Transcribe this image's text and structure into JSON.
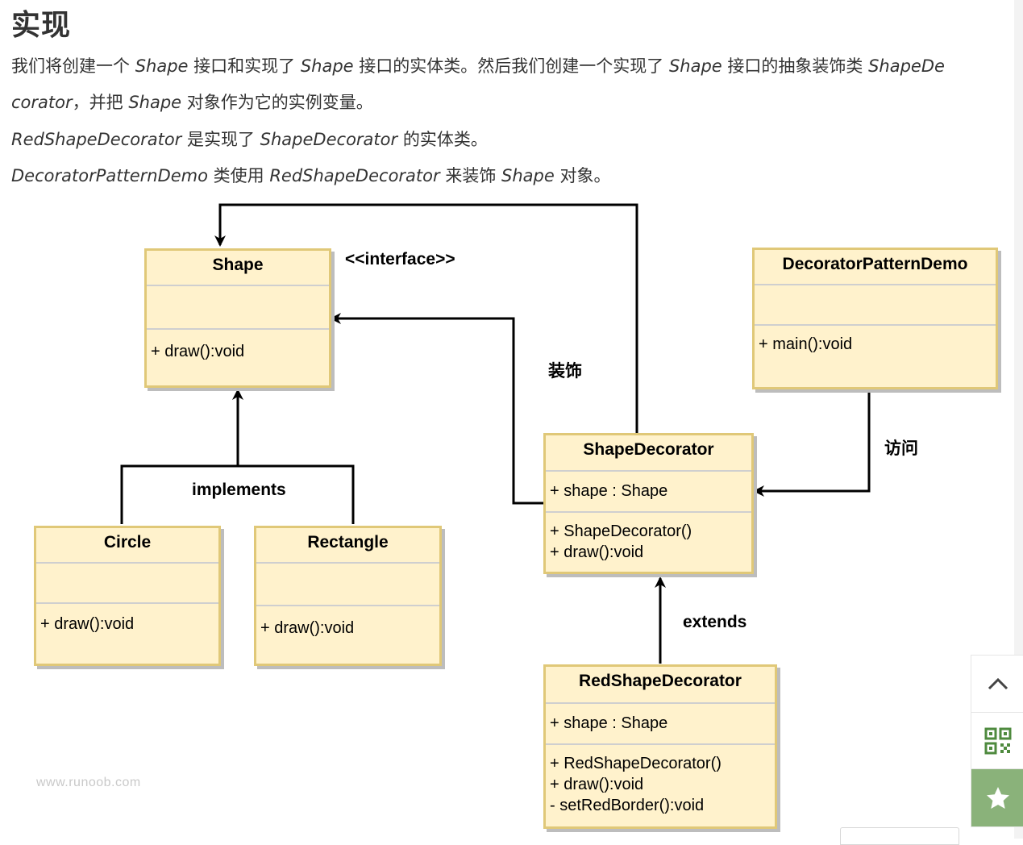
{
  "heading": "实现",
  "paragraphs": {
    "p1": [
      {
        "t": "我们将创建一个 "
      },
      {
        "t": "Shape",
        "i": true
      },
      {
        "t": " 接口和实现了 "
      },
      {
        "t": "Shape",
        "i": true
      },
      {
        "t": " 接口的实体类。然后我们创建一个实现了 "
      },
      {
        "t": "Shape",
        "i": true
      },
      {
        "t": " 接口的抽象装饰类 "
      },
      {
        "t": "ShapeDe",
        "i": true
      }
    ],
    "p1b": [
      {
        "t": "corator",
        "i": true
      },
      {
        "t": "，并把 "
      },
      {
        "t": "Shape",
        "i": true
      },
      {
        "t": " 对象作为它的实例变量。"
      }
    ],
    "p2": [
      {
        "t": "RedShapeDecorator",
        "i": true
      },
      {
        "t": " 是实现了 "
      },
      {
        "t": "ShapeDecorator",
        "i": true
      },
      {
        "t": " 的实体类。"
      }
    ],
    "p3": [
      {
        "t": "DecoratorPatternDemo",
        "i": true
      },
      {
        "t": " 类使用 "
      },
      {
        "t": "RedShapeDecorator",
        "i": true
      },
      {
        "t": " 来装饰 "
      },
      {
        "t": "Shape",
        "i": true
      },
      {
        "t": " 对象。"
      }
    ]
  },
  "diagram": {
    "classes": {
      "shape": {
        "name": "Shape",
        "attributes": [],
        "methods": [
          "+ draw():void"
        ]
      },
      "circle": {
        "name": "Circle",
        "attributes": [],
        "methods": [
          "+ draw():void"
        ]
      },
      "rectangle": {
        "name": "Rectangle",
        "attributes": [],
        "methods": [
          "+ draw():void"
        ]
      },
      "shape_decorator": {
        "name": "ShapeDecorator",
        "attributes": [
          "+ shape : Shape"
        ],
        "methods": [
          "+ ShapeDecorator()",
          "+ draw():void"
        ]
      },
      "red_shape_decorator": {
        "name": "RedShapeDecorator",
        "attributes": [
          "+ shape : Shape"
        ],
        "methods": [
          "+ RedShapeDecorator()",
          "+ draw():void",
          "- setRedBorder():void"
        ]
      },
      "demo": {
        "name": "DecoratorPatternDemo",
        "attributes": [],
        "methods": [
          "+ main():void"
        ]
      }
    },
    "labels": {
      "interface": "<<interface>>",
      "implements": "implements",
      "decorates": "装饰",
      "visits": "访问",
      "extends": "extends"
    },
    "watermark": "www.runoob.com"
  },
  "side_tools": [
    "chevron-up-icon",
    "qr-code-icon",
    "star-icon"
  ],
  "colors": {
    "box_fill": "#fff2cc",
    "box_border": "#e0c878",
    "favorite_bg": "#8ab27a"
  }
}
